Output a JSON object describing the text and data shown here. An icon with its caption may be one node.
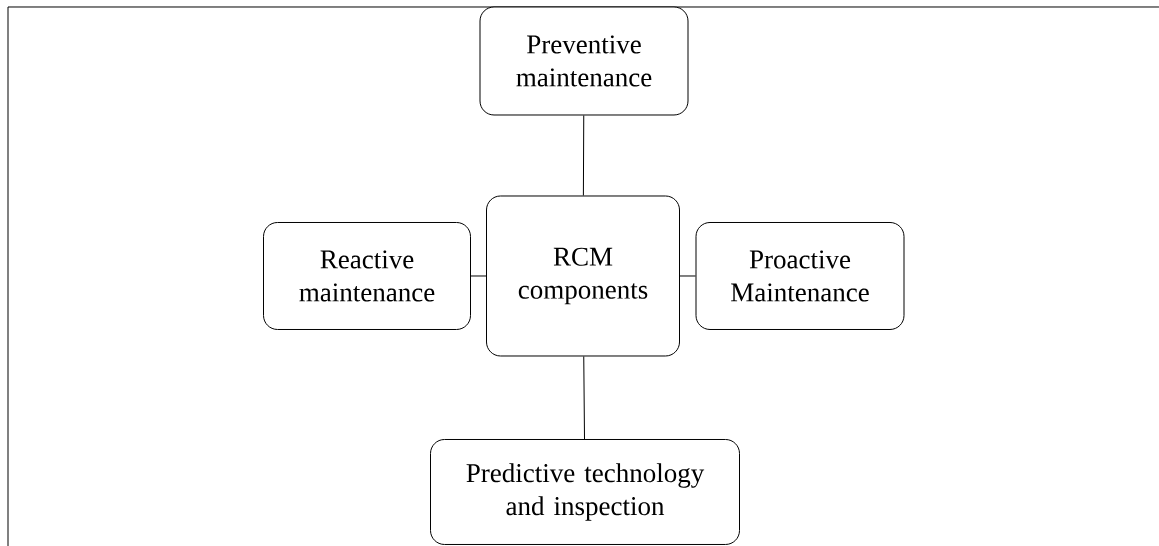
{
  "diagram": {
    "nodes": [
      {
        "text": [
          "Preventive maintenance"
        ]
      },
      {
        "text": [
          "Reactive maintenance"
        ]
      },
      {
        "text": [
          "RCM components"
        ]
      },
      {
        "text": [
          "Proactive Maintenance"
        ]
      },
      {
        "text": [
          "Predictive technology and inspection"
        ]
      }
    ],
    "edges": [
      {
        "from": 2,
        "to": 0,
        "arrow": "none"
      },
      {
        "from": 2,
        "to": 1,
        "arrow": "none"
      },
      {
        "from": 2,
        "to": 3,
        "arrow": "none"
      },
      {
        "from": 2,
        "to": 4,
        "arrow": "none"
      }
    ]
  }
}
